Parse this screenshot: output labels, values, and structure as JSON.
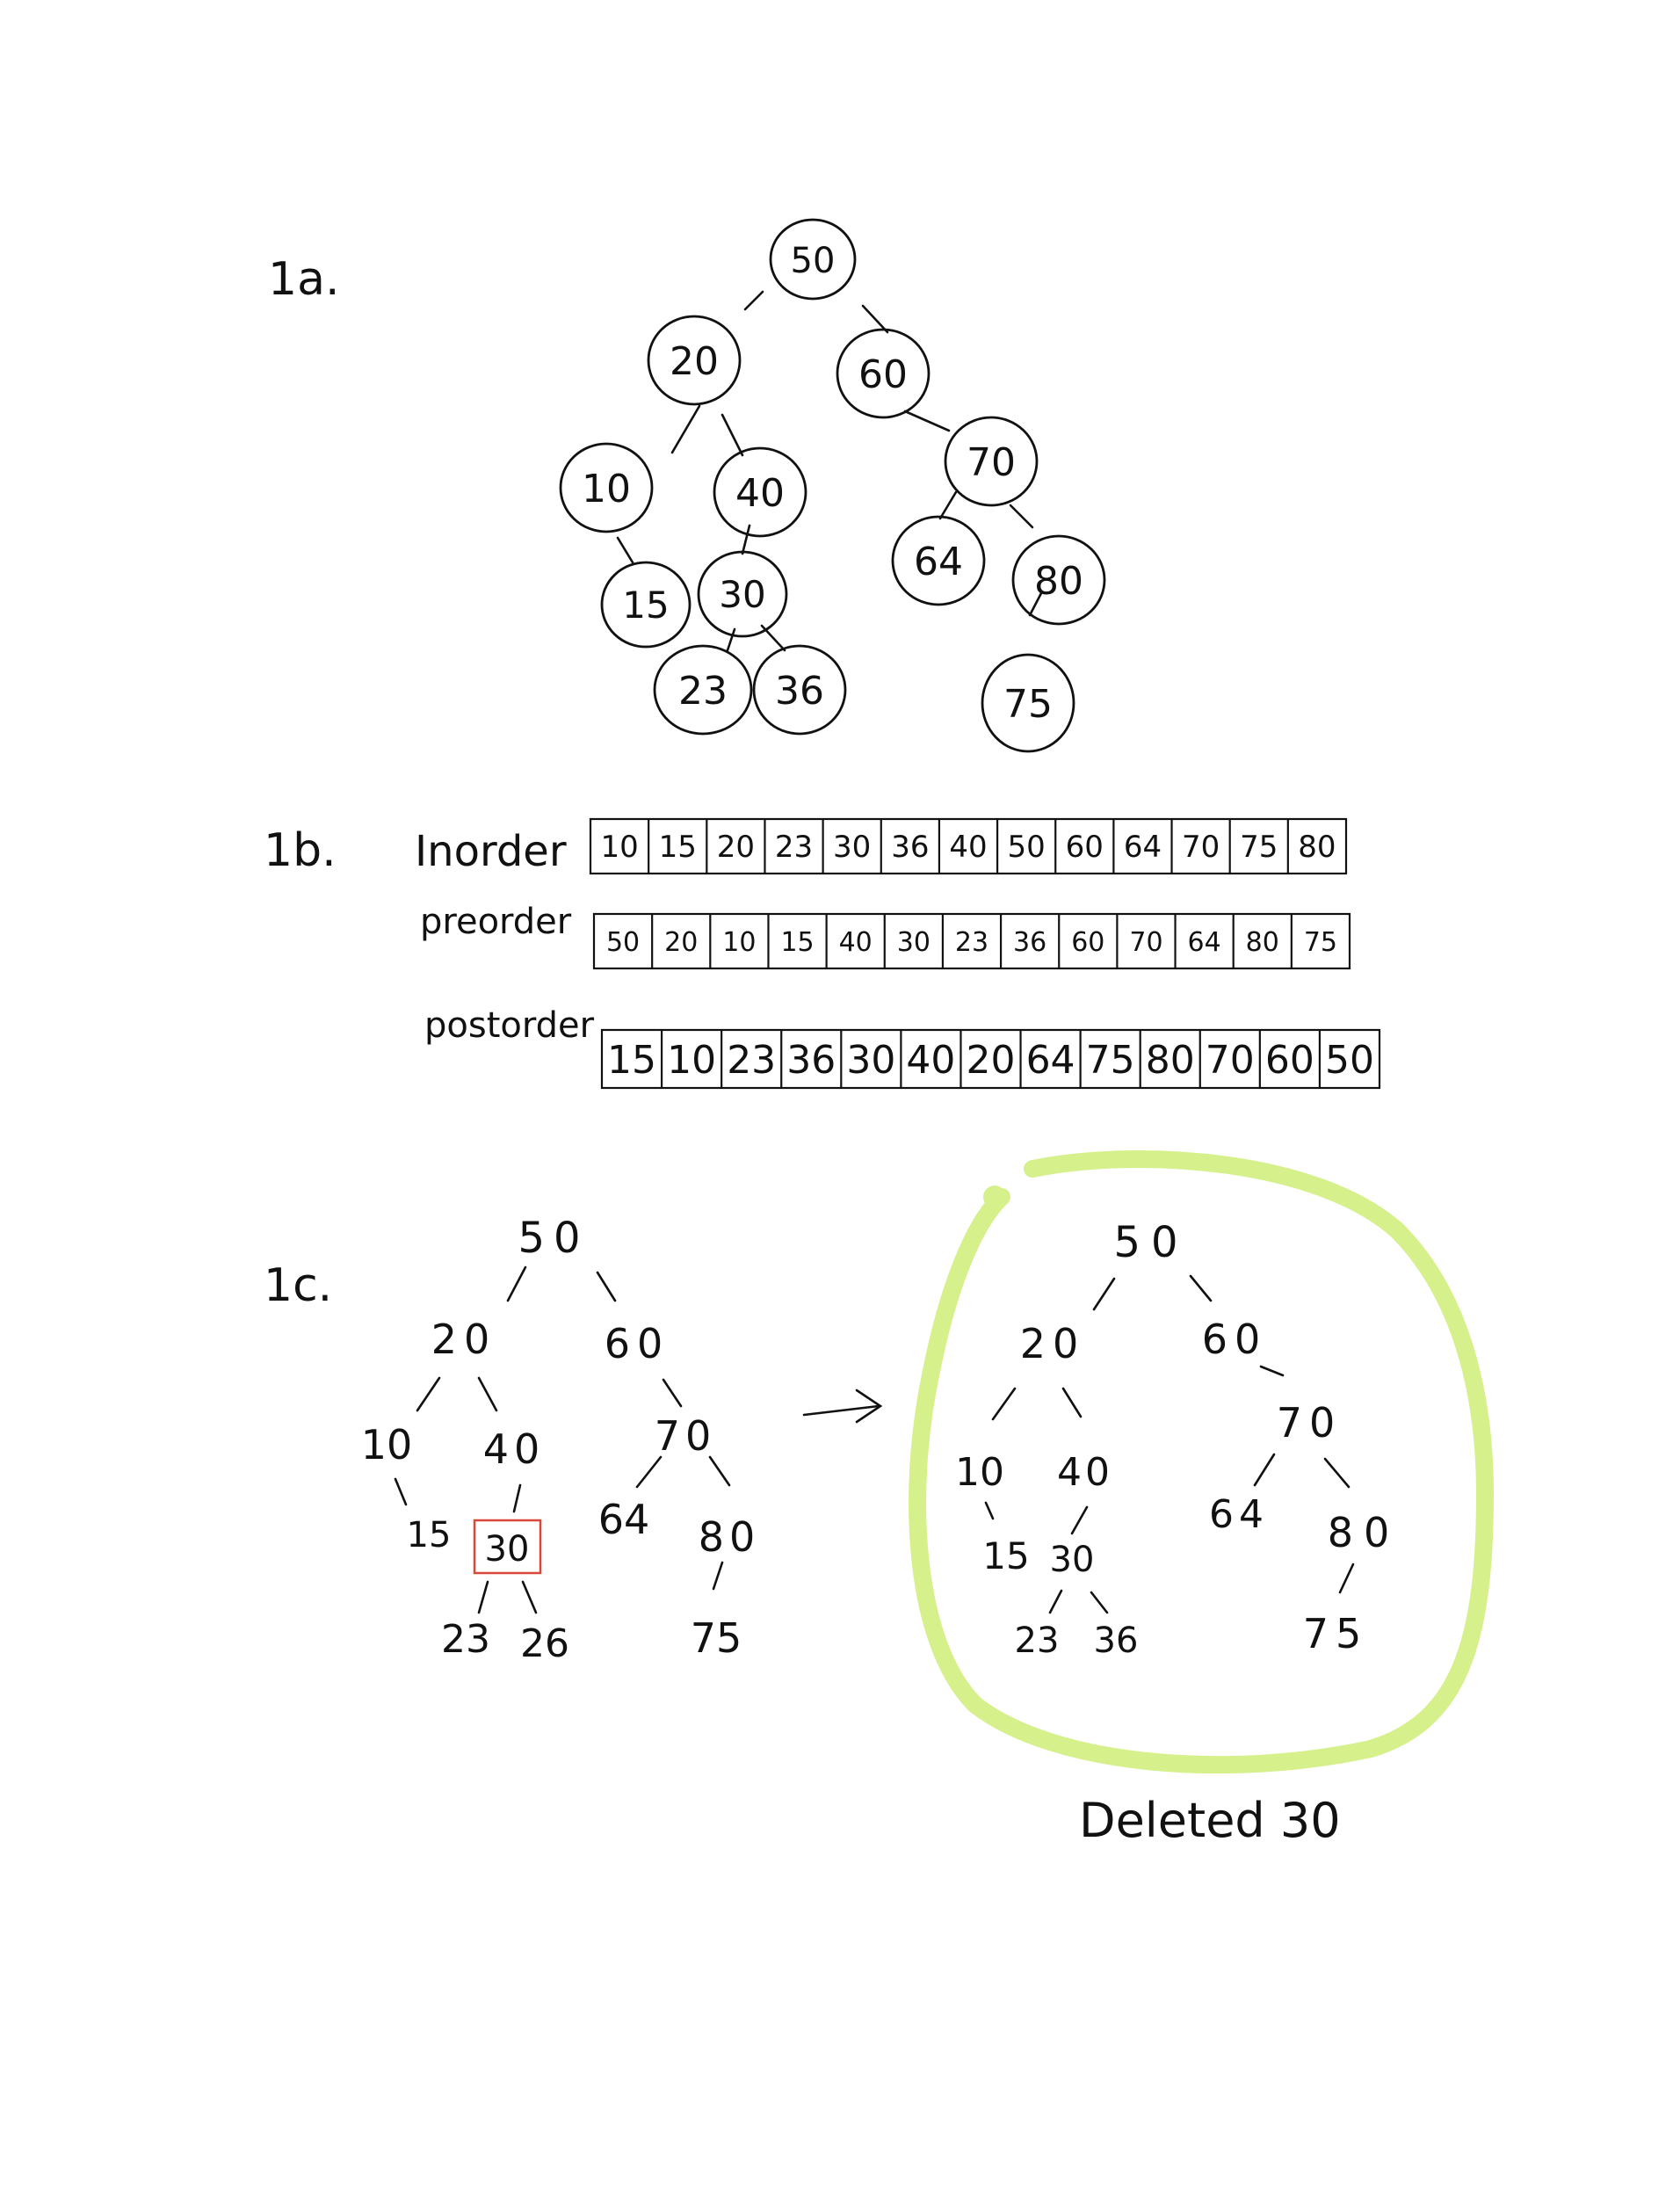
{
  "colors": {
    "ink": "#111111",
    "highlight_box": "#d9483b",
    "highlight_loop": "#d6f08c"
  },
  "part_a": {
    "label": "1a.",
    "nodes": {
      "n50": "50",
      "n20": "20",
      "n60": "60",
      "n10": "10",
      "n40": "40",
      "n70": "70",
      "n15": "15",
      "n30": "30",
      "n64": "64",
      "n80": "80",
      "n23": "23",
      "n36": "36",
      "n75": "75"
    }
  },
  "part_b": {
    "label": "1b.",
    "rows": [
      {
        "name": "Inorder",
        "values": [
          "10",
          "15",
          "20",
          "23",
          "30",
          "36",
          "40",
          "50",
          "60",
          "64",
          "70",
          "75",
          "80"
        ]
      },
      {
        "name": "preorder",
        "values": [
          "50",
          "20",
          "10",
          "15",
          "40",
          "30",
          "23",
          "36",
          "60",
          "70",
          "64",
          "80",
          "75"
        ]
      },
      {
        "name": "postorder",
        "values": [
          "15",
          "10",
          "23",
          "36",
          "30",
          "40",
          "20",
          "64",
          "75",
          "80",
          "70",
          "60",
          "50"
        ]
      }
    ]
  },
  "part_c": {
    "label": "1c.",
    "before": {
      "n50": "50",
      "n20": "20",
      "n60": "60",
      "n10": "10",
      "n40": "40",
      "n70": "70",
      "n15": "15",
      "n30": "30",
      "n64": "64",
      "n80": "80",
      "n23": "23",
      "n26": "26",
      "n75": "75"
    },
    "arrow": "->",
    "after": {
      "n50": "50",
      "n20": "20",
      "n60": "60",
      "n70": "70",
      "n10": "10",
      "n40": "40",
      "n64": "64",
      "n80": "80",
      "n15": "15",
      "n30": "30",
      "n23": "23",
      "n36": "36",
      "n75": "75"
    },
    "caption": "Deleted 30"
  }
}
